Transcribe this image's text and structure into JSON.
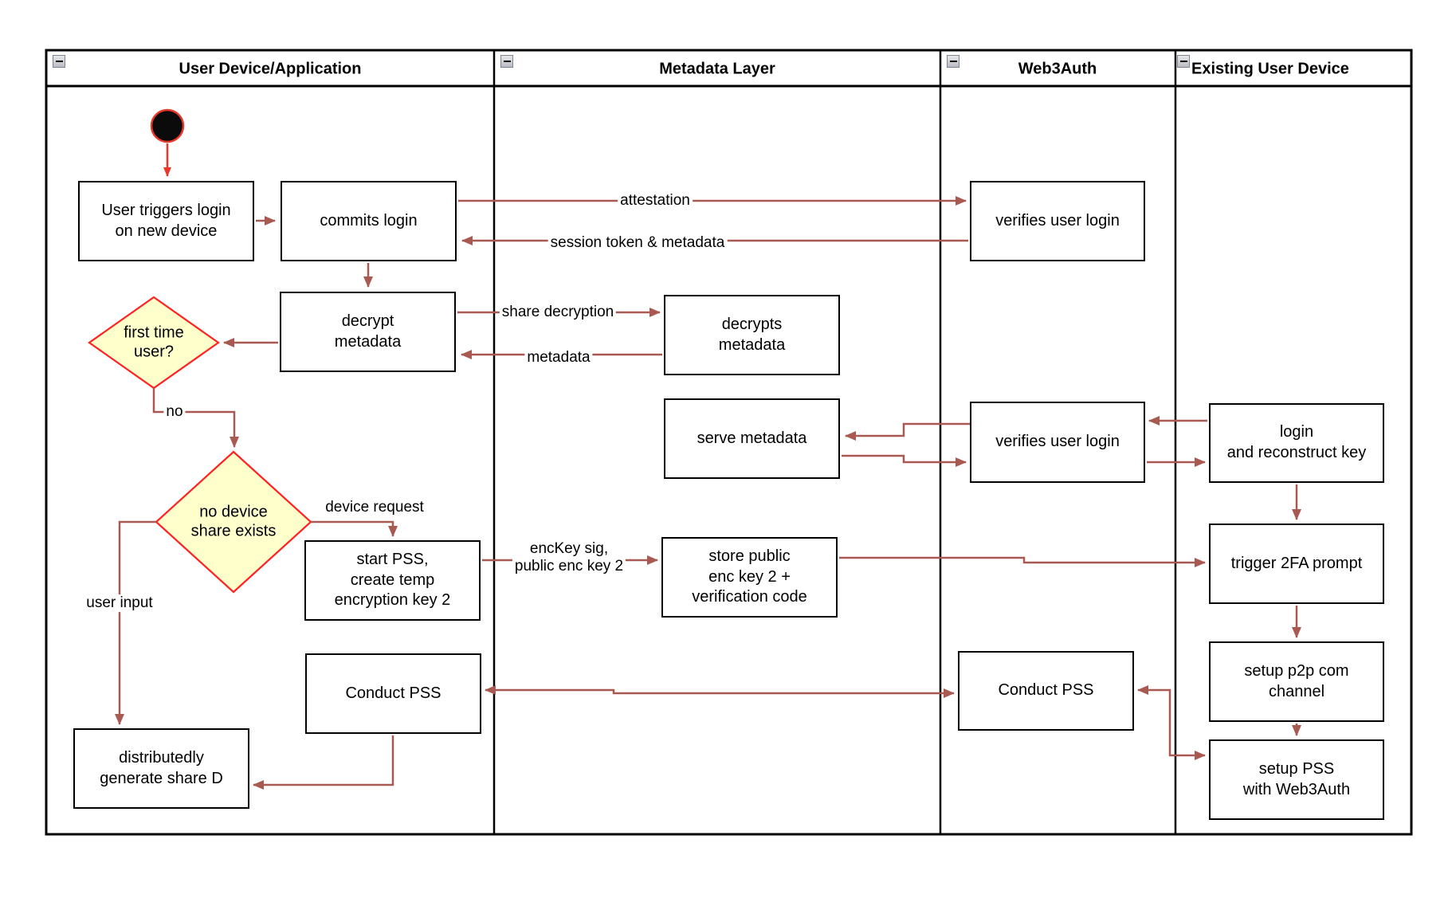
{
  "diagram": {
    "lanes": [
      {
        "title": "User Device/Application"
      },
      {
        "title": "Metadata Layer"
      },
      {
        "title": "Web3Auth"
      },
      {
        "title": "Existing User Device"
      }
    ],
    "nodes": {
      "user_triggers": {
        "label": "User triggers login\non new device"
      },
      "commits_login": {
        "label": "commits login"
      },
      "decrypt_metadata": {
        "label": "decrypt\nmetadata"
      },
      "verifies_login_1": {
        "label": "verifies user login"
      },
      "decrypts_metadata": {
        "label": "decrypts\nmetadata"
      },
      "serve_metadata": {
        "label": "serve metadata"
      },
      "verifies_login_2": {
        "label": "verifies user login"
      },
      "login_reconstruct": {
        "label": "login\nand reconstruct key"
      },
      "start_pss": {
        "label": "start PSS,\ncreate temp\nencryption key 2"
      },
      "store_public": {
        "label": "store public\nenc key 2 +\nverification code"
      },
      "trigger_2fa": {
        "label": "trigger 2FA prompt"
      },
      "setup_p2p": {
        "label": "setup p2p com\nchannel"
      },
      "setup_pss": {
        "label": "setup PSS\nwith Web3Auth"
      },
      "conduct_pss_user": {
        "label": "Conduct PSS"
      },
      "conduct_pss_w3a": {
        "label": "Conduct PSS"
      },
      "dist_gen_share": {
        "label": "distributedly\ngenerate share D"
      },
      "first_time_user": {
        "label": "first time\nuser?"
      },
      "no_device_share": {
        "label": "no device\nshare exists"
      }
    },
    "edge_labels": {
      "attestation": "attestation",
      "session_token": "session token & metadata",
      "share_decryption": "share decryption",
      "metadata": "metadata",
      "no": "no",
      "device_request": "device request",
      "enckey": "encKey sig,\npublic enc key 2",
      "user_input": "user input"
    },
    "colors": {
      "arrow": "#A85A52",
      "start_arrow": "#E8392B",
      "decision_fill": "#FFFFCC",
      "decision_stroke": "#FF2222",
      "box_stroke": "#000000",
      "start_node_fill": "#0B0B0B"
    }
  }
}
